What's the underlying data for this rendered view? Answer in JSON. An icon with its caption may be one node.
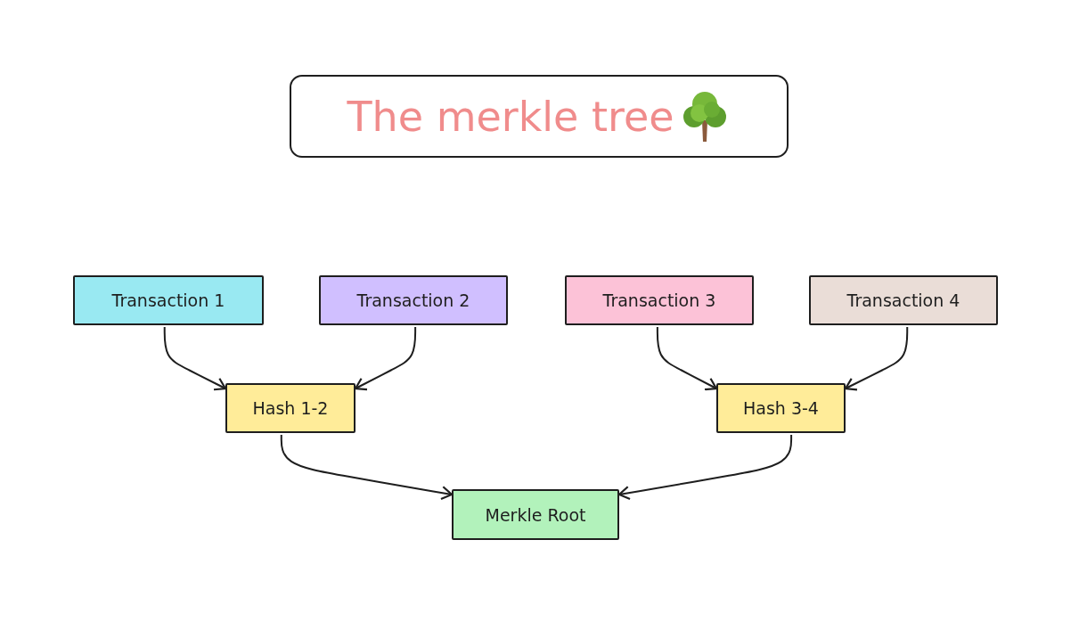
{
  "diagram": {
    "title": "The merkle tree",
    "nodes": [
      {
        "text": [
          "Transaction 1"
        ]
      },
      {
        "text": [
          "Transaction 2"
        ]
      },
      {
        "text": [
          "Transaction 3"
        ]
      },
      {
        "text": [
          "Transaction 4"
        ]
      },
      {
        "text": [
          "Hash 1-2"
        ]
      },
      {
        "text": [
          "Hash 3-4"
        ]
      },
      {
        "text": [
          "Merkle Root"
        ]
      }
    ],
    "edges": [
      {
        "from": 0,
        "to": 4,
        "arrow": "to"
      },
      {
        "from": 1,
        "to": 4,
        "arrow": "to"
      },
      {
        "from": 2,
        "to": 5,
        "arrow": "to"
      },
      {
        "from": 3,
        "to": 5,
        "arrow": "to"
      },
      {
        "from": 4,
        "to": 6,
        "arrow": "to"
      },
      {
        "from": 5,
        "to": 6,
        "arrow": "to"
      }
    ]
  }
}
